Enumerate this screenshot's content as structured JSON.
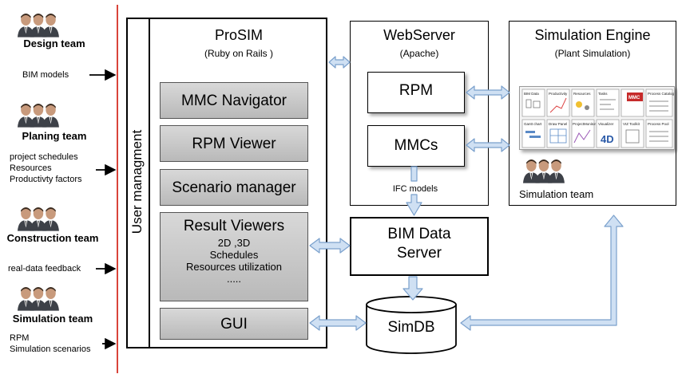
{
  "teams": [
    {
      "name": "Design team",
      "notes": [
        "BIM models"
      ]
    },
    {
      "name": "Planing team",
      "notes": [
        "project schedules",
        "Resources",
        "Productivty factors"
      ]
    },
    {
      "name": "Construction team",
      "notes": [
        "real-data feedback"
      ]
    },
    {
      "name": "Simulation team",
      "notes": [
        "RPM",
        "Simulation scenarios"
      ]
    }
  ],
  "user_management": {
    "label": "User managment"
  },
  "prosim": {
    "title": "ProSIM",
    "subtitle": "(Ruby on Rails )",
    "modules": {
      "mmc_navigator": "MMC Navigator",
      "rpm_viewer": "RPM Viewer",
      "scenario_manager": "Scenario manager",
      "result_viewers": {
        "title": "Result Viewers",
        "items": [
          "2D ,3D",
          "Schedules",
          "Resources utilization",
          "....."
        ]
      },
      "gui": "GUI"
    }
  },
  "webserver": {
    "title": "WebServer",
    "subtitle": "(Apache)",
    "rpm": "RPM",
    "mmcs": "MMCs",
    "ifc_label": "IFC models"
  },
  "bim_data_server": {
    "line1": "BIM Data",
    "line2": "Server"
  },
  "simdb": {
    "label": "SimDB"
  },
  "simulation_engine": {
    "title": "Simulation Engine",
    "subtitle": "(Plant Simulation)",
    "team_label": "Simulation team",
    "tiles_row1": [
      "BIM Data",
      "Productivity",
      "Resources",
      "Tasks",
      "MMC",
      "Process Catalog"
    ],
    "tiles_row2": [
      "Gantt chart",
      "Draw Panel",
      "ProjectMonitor",
      "Visualizer",
      "VIZ Toolkit",
      "Process Pool"
    ],
    "viz_4d": "4D"
  },
  "colors": {
    "arrow_fill": "#cfe0f3",
    "arrow_stroke": "#7aa0cc",
    "separator": "#d9443a",
    "module_gray": "#c4c4c4"
  }
}
